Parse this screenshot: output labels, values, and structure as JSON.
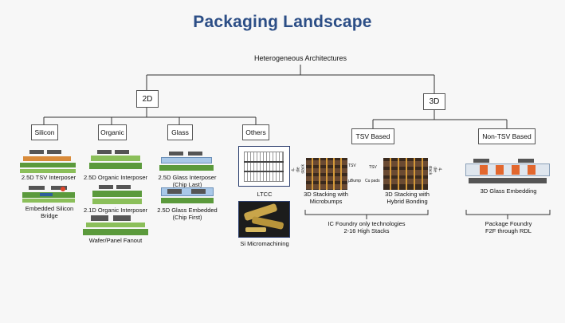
{
  "title": "Packaging Landscape",
  "root": "Heterogeneous Architectures",
  "branch_2d": "2D",
  "branch_3d": "3D",
  "categories": {
    "silicon": "Silicon",
    "organic": "Organic",
    "glass": "Glass",
    "others": "Others",
    "tsv": "TSV Based",
    "nontsv": "Non-TSV Based"
  },
  "items": {
    "tsv_interposer": "2.5D TSV Interposer",
    "embedded_bridge": "Embedded Silicon Bridge",
    "organic_interposer_25": "2.5D Organic Interposer",
    "organic_interposer_21": "2.1D Organic Interposer",
    "wafer_fanout": "Wafer/Panel Fanout",
    "glass_chip_last": "2.5D Glass Interposer (Chip Last)",
    "glass_chip_first": "2.5D Glass Embedded (Chip First)",
    "ltcc": "LTCC",
    "si_micromachining": "Si Micromachining",
    "stack_microbumps": "3D Stacking with Microbumps",
    "stack_hybrid": "3D Stacking with Hybrid Bonding",
    "glass_embedding": "3D Glass Embedding"
  },
  "annotations": {
    "die_stack_left": "4-die stack",
    "die_stack_right": "4-die stack",
    "tsv_left": "TSV",
    "ubump": "µBump",
    "tsv_right": "TSV",
    "cu_pads": "Cu pads"
  },
  "group_notes": {
    "ic_foundry_line1": "IC Foundry only technologies",
    "ic_foundry_line2": "2-16 High Stacks",
    "pkg_foundry_line1": "Package Foundry",
    "pkg_foundry_line2": "F2F through RDL"
  }
}
